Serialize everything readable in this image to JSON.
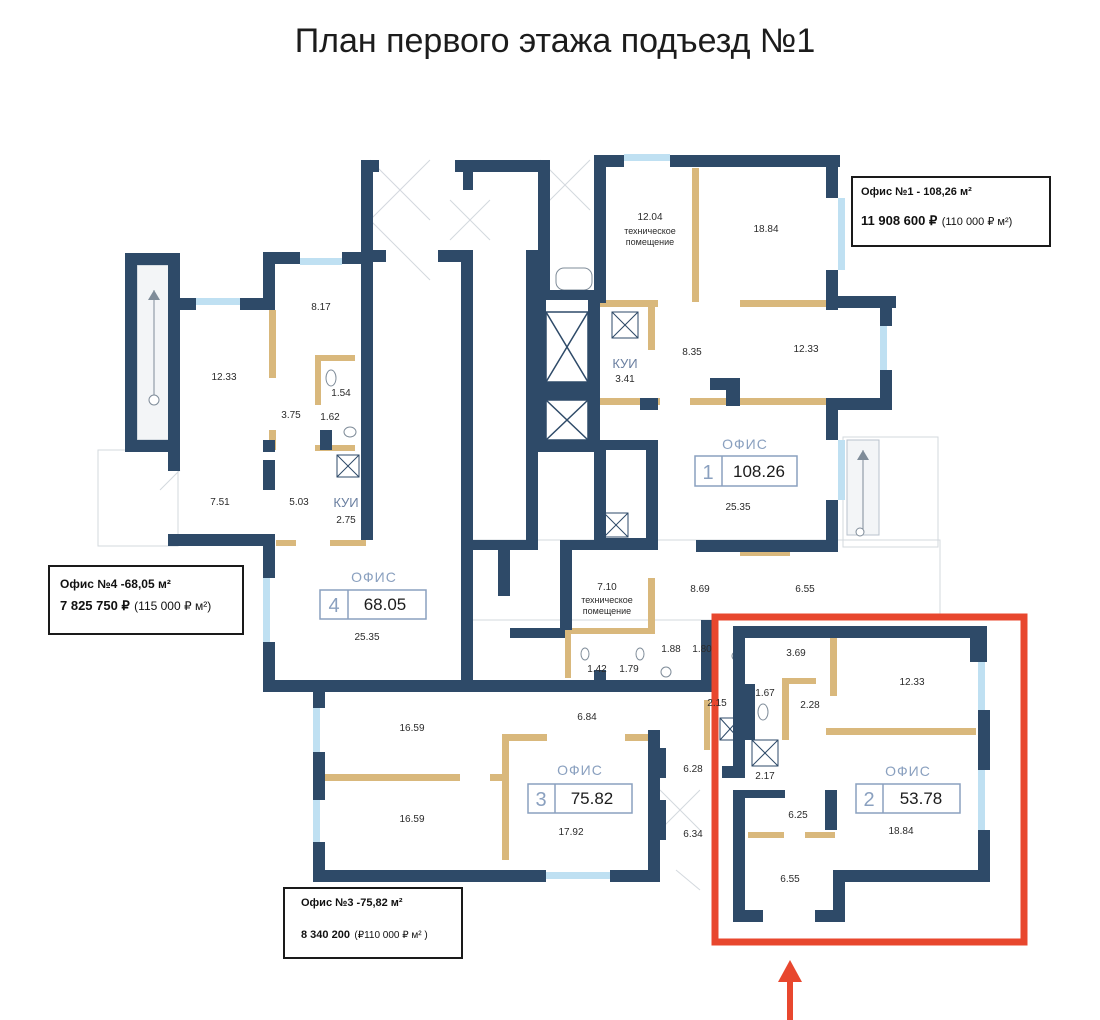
{
  "title": "План первого этажа подъезд №1",
  "offices": [
    {
      "number": "1",
      "word": "ОФИС",
      "area": "108.26"
    },
    {
      "number": "2",
      "word": "ОФИС",
      "area": "53.78"
    },
    {
      "number": "3",
      "word": "ОФИС",
      "area": "75.82"
    },
    {
      "number": "4",
      "word": "ОФИС",
      "area": "68.05"
    }
  ],
  "info": {
    "office1": {
      "title": "Офис №1 -  108,26 м²",
      "price": "11 908 600 ₽",
      "rate": "(110 000 ₽ м²)"
    },
    "office4": {
      "title": "Офис №4 -68,05 м²",
      "price": "7 825 750 ₽",
      "rate": "(115 000 ₽ м²)"
    },
    "office3": {
      "title": "Офис №3 -75,82 м²",
      "price": "8 340 200",
      "rate": "(₽110 000 ₽ м² )"
    }
  },
  "labels": {
    "kui": "КУИ",
    "tech": "техническое",
    "room": "помещение"
  },
  "rooms": [
    "12.04",
    "18.84",
    "8.35",
    "12.33",
    "3.41",
    "25.35",
    "8.17",
    "12.33",
    "1.54",
    "3.75",
    "1.62",
    "7.51",
    "5.03",
    "2.75",
    "25.35",
    "7.10",
    "8.69",
    "6.55",
    "1.42",
    "1.79",
    "1.88",
    "1.80",
    "16.59",
    "16.59",
    "6.84",
    "17.92",
    "6.28",
    "6.34",
    "2.15",
    "3.69",
    "12.33",
    "1.67",
    "2.28",
    "2.17",
    "6.25",
    "18.84",
    "6.55"
  ],
  "colors": {
    "wall": "#2e4a68",
    "partition": "#d9b87c",
    "window": "#bfe0f2",
    "highlight": "#e8472e",
    "stairs": "#c9d2dc"
  }
}
